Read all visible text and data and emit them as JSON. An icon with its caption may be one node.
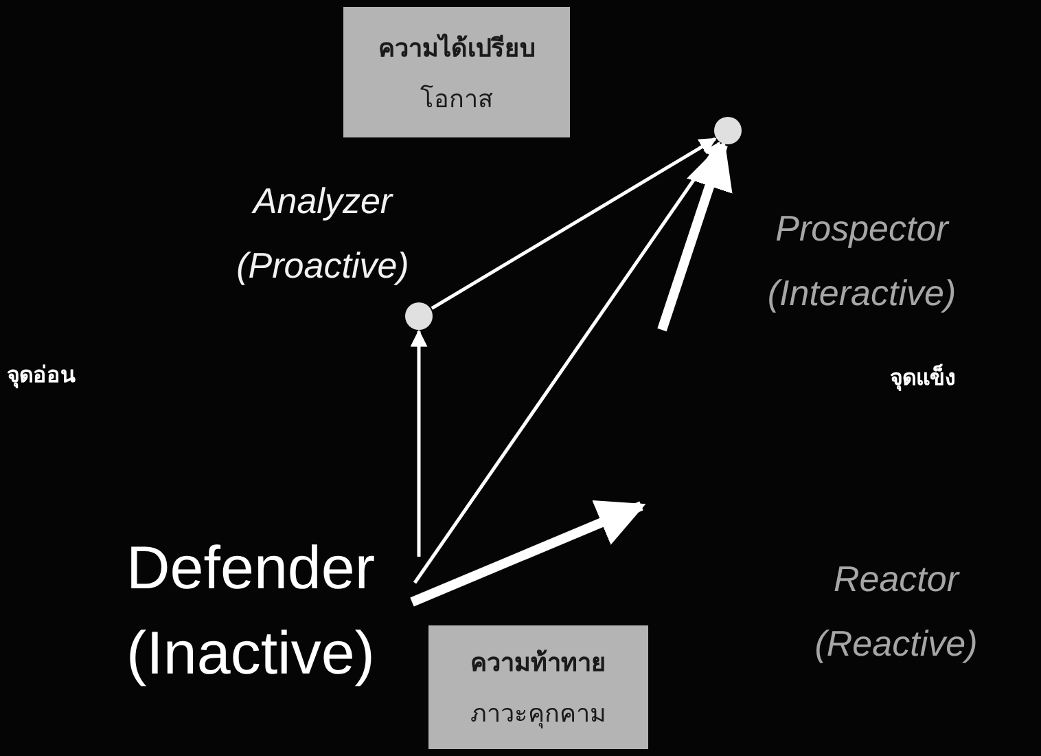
{
  "diagram": {
    "nodes": [
      {
        "text": [
          "ความได้เปรียบ",
          "โอกาส"
        ]
      },
      {
        "text": [
          "Analyzer",
          "(Proactive)"
        ]
      },
      {
        "text": [
          "Prospector",
          "(Interactive)"
        ]
      },
      {
        "text": [
          "Defender",
          "(Inactive)"
        ]
      },
      {
        "text": [
          "Reactor",
          "(Reactive)"
        ]
      },
      {
        "text": [
          "ความท้าทาย",
          "ภาวะคุกคาม"
        ]
      },
      {
        "text": [],
        "shape": "circle"
      },
      {
        "text": [],
        "shape": "circle"
      }
    ],
    "edges": [
      {
        "from": 3,
        "to": 7,
        "arrow": "to"
      },
      {
        "from": 7,
        "to": 6,
        "arrow": "to"
      },
      {
        "from": 3,
        "to": 6,
        "arrow": "to"
      },
      {
        "from": 3,
        "to": null,
        "arrow": "to",
        "style": "thick"
      },
      {
        "from": null,
        "to": 6,
        "arrow": "to",
        "style": "thick"
      }
    ],
    "labels": [
      "จุดอ่อน",
      "จุดแข็ง"
    ]
  }
}
